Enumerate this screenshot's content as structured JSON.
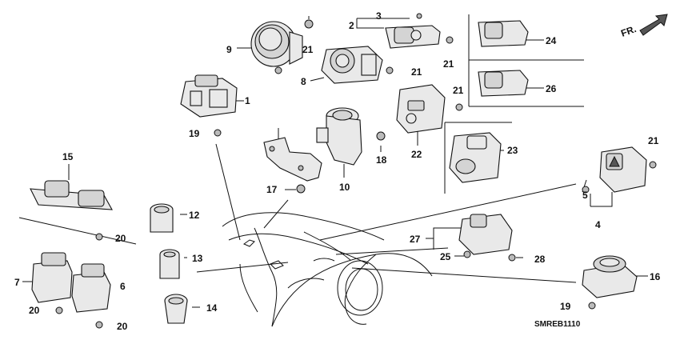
{
  "diagram": {
    "code": "SMREB1110",
    "direction_label": "FR.",
    "callouts": {
      "c1": "1",
      "c2": "2",
      "c3": "3",
      "c4": "4",
      "c5": "5",
      "c6": "6",
      "c7": "7",
      "c8": "8",
      "c9": "9",
      "c10": "10",
      "c12": "12",
      "c13": "13",
      "c14": "14",
      "c15": "15",
      "c16": "16",
      "c17": "17",
      "c18": "18",
      "c19a": "19",
      "c19b": "19",
      "c20a": "20",
      "c20b": "20",
      "c20c": "20",
      "c21a": "21",
      "c21b": "21",
      "c21c": "21",
      "c21d": "21",
      "c21e": "21",
      "c22": "22",
      "c23": "23",
      "c24": "24",
      "c25": "25",
      "c26": "26",
      "c27": "27",
      "c28": "28"
    }
  }
}
